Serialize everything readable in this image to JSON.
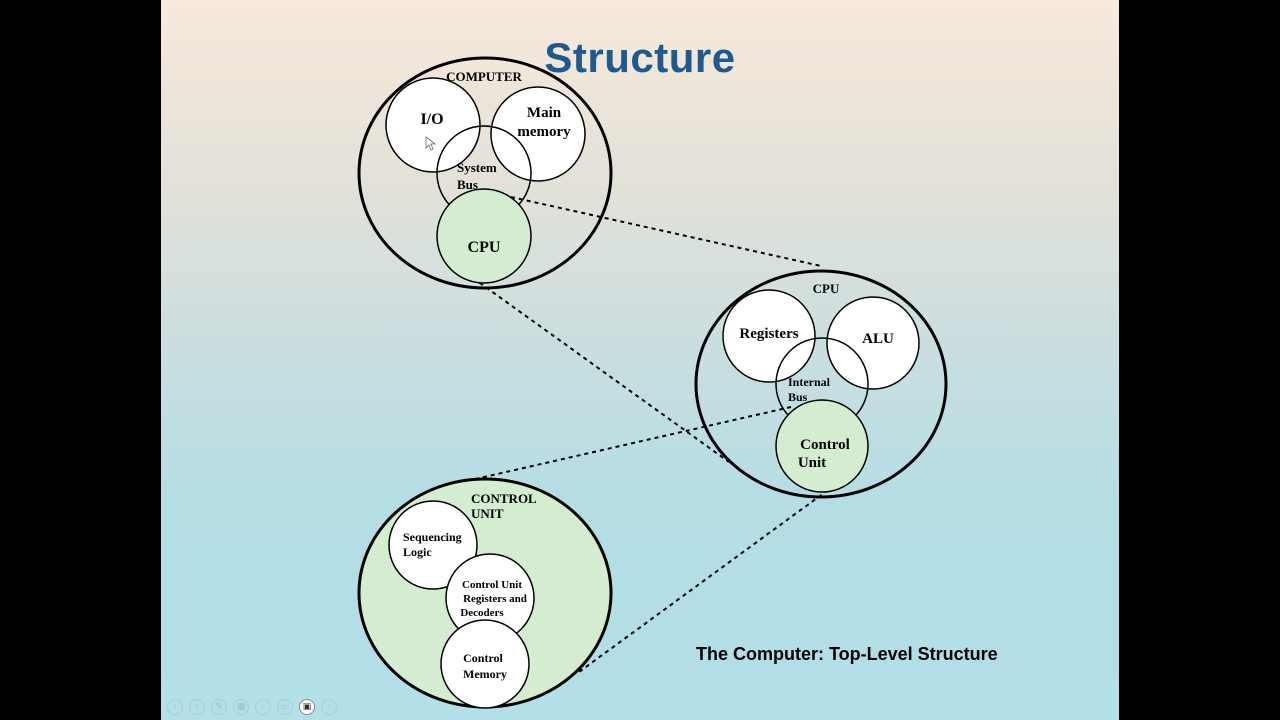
{
  "slide": {
    "title": "Structure",
    "caption": "The Computer: Top-Level Structure"
  },
  "computer": {
    "label": "COMPUTER",
    "io": "I/O",
    "main_memory": [
      "Main",
      "memory"
    ],
    "system_bus": [
      "System",
      "Bus"
    ],
    "cpu": "CPU"
  },
  "cpu_detail": {
    "label": "CPU",
    "registers": "Registers",
    "alu": "ALU",
    "internal_bus": [
      "Internal",
      "Bus"
    ],
    "control_unit": [
      "Control",
      "Unit"
    ]
  },
  "control_unit_detail": {
    "label": [
      "CONTROL",
      "UNIT"
    ],
    "sequencing_logic": [
      "Sequencing",
      "Logic"
    ],
    "cu_registers": [
      "Control Unit",
      "Registers and",
      "Decoders"
    ],
    "control_memory": [
      "Control",
      "Memory"
    ]
  },
  "colors": {
    "title": "#1e5a8e",
    "highlight_fill": "#d4ecd0",
    "outline": "#000000"
  },
  "toolbar": {
    "icons": [
      "previous-icon",
      "next-icon",
      "pen-icon",
      "slides-icon",
      "zoom-icon",
      "subtitles-icon",
      "camera-icon",
      "more-icon"
    ]
  }
}
